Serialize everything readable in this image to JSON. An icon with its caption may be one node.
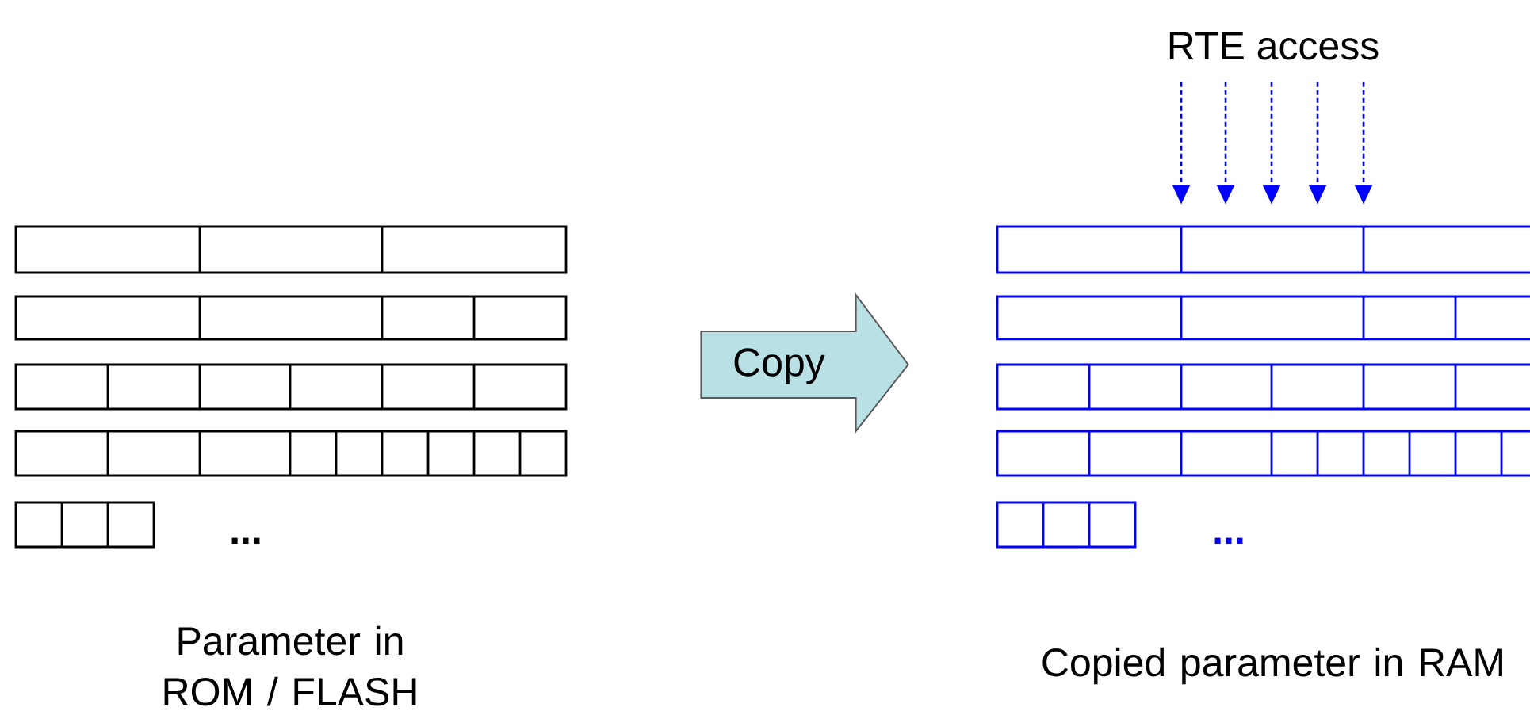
{
  "diagram": {
    "nodes": [
      {
        "text": [],
        "shape": "box",
        "beside": [
          "Parameter in ROM / FLASH"
        ]
      },
      {
        "text": [],
        "shape": "box",
        "beside": [
          "Copied parameter in RAM"
        ]
      },
      {
        "text": [
          "RTE access"
        ]
      }
    ],
    "edges": [
      {
        "from": 0,
        "to": 1,
        "arrow": "to",
        "label": "Copy"
      },
      {
        "from": 2,
        "to": 1,
        "arrow": "to",
        "style": "dashed",
        "color": "#0000ff"
      },
      {
        "from": 2,
        "to": 1,
        "arrow": "to",
        "style": "dashed",
        "color": "#0000ff"
      },
      {
        "from": 2,
        "to": 1,
        "arrow": "to",
        "style": "dashed",
        "color": "#0000ff"
      },
      {
        "from": 2,
        "to": 1,
        "arrow": "to",
        "style": "dashed",
        "color": "#0000ff"
      },
      {
        "from": 2,
        "to": 1,
        "arrow": "to",
        "style": "dashed",
        "color": "#0000ff"
      }
    ],
    "labels": [
      "...",
      "..."
    ]
  }
}
